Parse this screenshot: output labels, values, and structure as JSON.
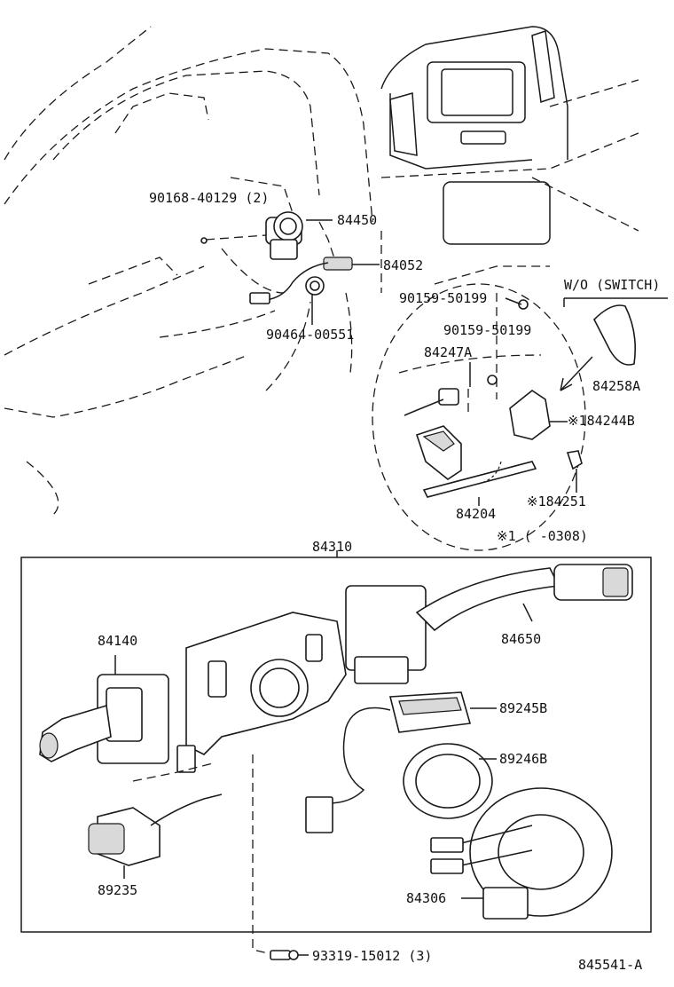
{
  "diagram_id": "845541-A",
  "callouts": {
    "p90168": "90168-40129 (2)",
    "p84450": "84450",
    "p84052": "84052",
    "p90464": "90464-00551",
    "wo_switch": "W/O (SWITCH)",
    "p90159a": "90159-50199",
    "p90159b": "90159-50199",
    "p84247A": "84247A",
    "p84258A": "84258A",
    "p84244B": "※184244B",
    "p84204": "84204",
    "p84251": "※184251",
    "footnote": "※1 (      -0308)",
    "p84310": "84310",
    "p84140": "84140",
    "p84650": "84650",
    "p89245B": "89245B",
    "p89246B": "89246B",
    "p89235": "89235",
    "p84306": "84306",
    "p93319": "93319-15012 (3)"
  },
  "colors": {
    "line": "#1a1a1a",
    "background": "#ffffff",
    "shade": "#d9d9d9"
  }
}
